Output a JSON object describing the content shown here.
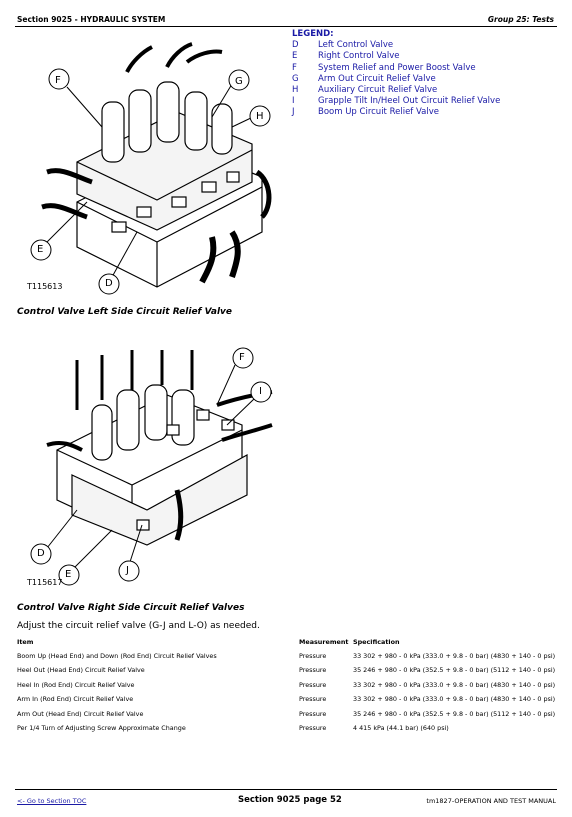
{
  "header": {
    "section": "Section 9025 - HYDRAULIC SYSTEM",
    "group": "Group 25: Tests"
  },
  "legend": {
    "title": "LEGEND:",
    "items": [
      {
        "letter": "D",
        "text": "Left Control Valve"
      },
      {
        "letter": "E",
        "text": "Right Control Valve"
      },
      {
        "letter": "F",
        "text": "System Relief and Power Boost Valve"
      },
      {
        "letter": "G",
        "text": "Arm Out Circuit Relief Valve"
      },
      {
        "letter": "H",
        "text": "Auxiliary Circuit Relief Valve"
      },
      {
        "letter": "I",
        "text": "Grapple Tilt In/Heel Out Circuit Relief Valve"
      },
      {
        "letter": "J",
        "text": "Boom Up Circuit Relief Valve"
      }
    ],
    "color": "#1a1aa6"
  },
  "figure1": {
    "id": "T115613",
    "callouts": [
      "F",
      "G",
      "H",
      "E",
      "D"
    ],
    "caption": "Control Valve Left Side Circuit Relief Valve"
  },
  "figure2": {
    "id": "T115617",
    "callouts": [
      "F",
      "I",
      "D",
      "E",
      "J"
    ],
    "caption": "Control Valve Right Side Circuit Relief Valves"
  },
  "instruction": "Adjust the circuit relief valve (G-J and L-O) as needed.",
  "table": {
    "headers": [
      "Item",
      "Measurement",
      "Specification"
    ],
    "rows": [
      [
        "Boom Up (Head End) and Down (Rod End) Circuit Relief Valves",
        "Pressure",
        "33 302 + 980 - 0 kPa (333.0 + 9.8 - 0 bar) (4830 + 140 - 0 psi)"
      ],
      [
        "Heel Out (Head End) Circuit Relief Valve",
        "Pressure",
        "35 246 + 980 - 0 kPa (352.5 + 9.8 - 0 bar) (5112 + 140 - 0 psi)"
      ],
      [
        "Heel In (Rod End) Circuit Relief Valve",
        "Pressure",
        "33 302 + 980 - 0 kPa (333.0 + 9.8 - 0 bar) (4830 + 140 - 0 psi)"
      ],
      [
        "Arm In (Rod End) Circuit Relief Valve",
        "Pressure",
        "33 302 + 980 - 0 kPa (333.0 + 9.8 - 0 bar) (4830 + 140 - 0 psi)"
      ],
      [
        "Arm Out (Head End) Circuit Relief Valve",
        "Pressure",
        "35 246 + 980 - 0 kPa (352.5 + 9.8 - 0 bar) (5112 + 140 - 0 psi)"
      ],
      [
        "Per 1/4 Turn of Adjusting Screw Approximate Change",
        "Pressure",
        "4 415 kPa (44.1 bar) (640 psi)"
      ]
    ]
  },
  "footer": {
    "link": "<- Go to Section TOC",
    "center": "Section 9025 page 52",
    "right": "tm1827-OPERATION AND TEST MANUAL"
  }
}
